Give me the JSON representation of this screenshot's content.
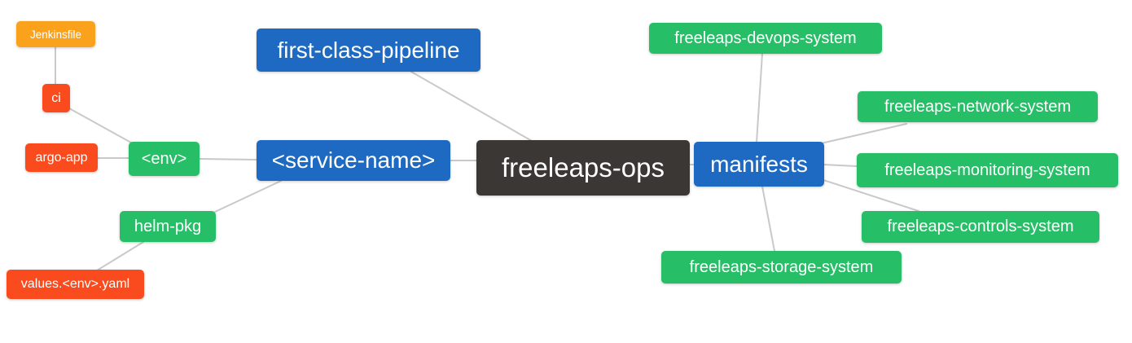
{
  "diagram": {
    "type": "mindmap",
    "background_color": "#ffffff",
    "palette": {
      "root_node": "#3b3734",
      "level1_node": "#1e6ac2",
      "level2_node": "#26bf67",
      "level3_node": "#fa4b1e",
      "level4_node": "#faa21c",
      "edge_line": "#c9c9c9",
      "node_text": "#ffffff"
    }
  },
  "nodes": [
    {
      "id": "freeleaps-ops",
      "label": "freeleaps-ops",
      "level": 0
    },
    {
      "id": "first-class-pipeline",
      "label": "first-class-pipeline",
      "level": 1
    },
    {
      "id": "service-name",
      "label": "<service-name>",
      "level": 1
    },
    {
      "id": "manifests",
      "label": "manifests",
      "level": 1
    },
    {
      "id": "env",
      "label": "<env>",
      "level": 2
    },
    {
      "id": "helm-pkg",
      "label": "helm-pkg",
      "level": 2
    },
    {
      "id": "freeleaps-devops-system",
      "label": "freeleaps-devops-system",
      "level": 2
    },
    {
      "id": "freeleaps-network-system",
      "label": "freeleaps-network-system",
      "level": 2
    },
    {
      "id": "freeleaps-monitoring-system",
      "label": "freeleaps-monitoring-system",
      "level": 2
    },
    {
      "id": "freeleaps-controls-system",
      "label": "freeleaps-controls-system",
      "level": 2
    },
    {
      "id": "freeleaps-storage-system",
      "label": "freeleaps-storage-system",
      "level": 2
    },
    {
      "id": "ci",
      "label": "ci",
      "level": 3
    },
    {
      "id": "argo-app",
      "label": "argo-app",
      "level": 3
    },
    {
      "id": "values-env-yaml",
      "label": "values.<env>.yaml",
      "level": 3
    },
    {
      "id": "jenkinsfile",
      "label": "Jenkinsfile",
      "level": 4
    }
  ],
  "edges": [
    {
      "from": "jenkinsfile",
      "to": "ci"
    },
    {
      "from": "ci",
      "to": "env"
    },
    {
      "from": "argo-app",
      "to": "env"
    },
    {
      "from": "env",
      "to": "service-name"
    },
    {
      "from": "service-name",
      "to": "helm-pkg"
    },
    {
      "from": "helm-pkg",
      "to": "values-env-yaml"
    },
    {
      "from": "first-class-pipeline",
      "to": "freeleaps-ops"
    },
    {
      "from": "service-name",
      "to": "freeleaps-ops"
    },
    {
      "from": "freeleaps-ops",
      "to": "manifests"
    },
    {
      "from": "manifests",
      "to": "freeleaps-devops-system"
    },
    {
      "from": "manifests",
      "to": "freeleaps-network-system"
    },
    {
      "from": "manifests",
      "to": "freeleaps-monitoring-system"
    },
    {
      "from": "manifests",
      "to": "freeleaps-controls-system"
    },
    {
      "from": "manifests",
      "to": "freeleaps-storage-system"
    }
  ]
}
